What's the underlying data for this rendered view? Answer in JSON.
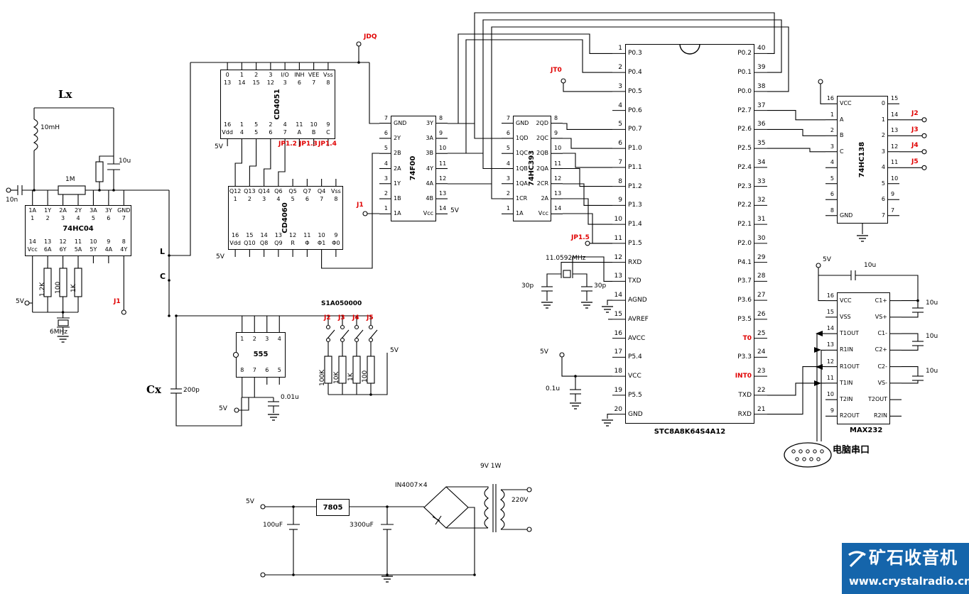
{
  "colors": {
    "red": "#e00000",
    "wire": "#000000",
    "watermark_bg": "#1565ab"
  },
  "watermark": {
    "title": "矿石收音机",
    "url": "www.crystalradio.cn"
  },
  "values": {
    "v5": "5V",
    "lx": "Lx",
    "cx": "Cx",
    "l_node": "L",
    "c_node": "C",
    "l_coil": "10mH",
    "c_10n": "10n",
    "c_10u": "10u",
    "r_1m": "1M",
    "r_12k": "1.2K",
    "r_100": "100",
    "r_1k": "1K",
    "xtal_6": "6MHz",
    "c_200p": "200p",
    "c_001u": "0.01u",
    "r_100k": "100K",
    "r_10k": "10K",
    "relay": "S1A050000",
    "xtal_11": "11.0592MHz",
    "c_30p": "30p",
    "c_01u": "0.1u",
    "c_100uf": "100uF",
    "c_3300uf": "3300uF",
    "diodes": "IN4007×4",
    "transformer": "9V 1W",
    "mains": "220V",
    "c_10u_b": "10u",
    "serial_port": "电脑串口"
  },
  "jumpers": {
    "jdq": "JDQ",
    "jt0": "JT0",
    "j1": "J1",
    "jp123": "JP1.2 JP1.3",
    "jp14": "JP1.4",
    "jp15": "JP1.5",
    "j2": "J2",
    "j3": "J3",
    "j4": "J4",
    "j5": "J5"
  },
  "ics": {
    "hc04": {
      "name": "74HC04",
      "top_labels": [
        "1A",
        "1Y",
        "2A",
        "2Y",
        "3A",
        "3Y",
        "GND"
      ],
      "top_pins": [
        "1",
        "2",
        "3",
        "4",
        "5",
        "6",
        "7"
      ],
      "bottom_pins": [
        "14",
        "13",
        "12",
        "11",
        "10",
        "9",
        "8"
      ],
      "bottom_labels": [
        "Vcc",
        "6A",
        "6Y",
        "5A",
        "5Y",
        "4A",
        "4Y"
      ]
    },
    "cd4051": {
      "name": "CD4051",
      "top_pins": [
        "13",
        "14",
        "15",
        "12",
        "3",
        "6",
        "7",
        "8"
      ],
      "top_labels": [
        "0",
        "1",
        "2",
        "3",
        "I/O",
        "INH",
        "VEE",
        "Vss"
      ],
      "bottom_labels": [
        "Vdd",
        "4",
        "5",
        "6",
        "7",
        "A",
        "B",
        "C"
      ],
      "bottom_pins": [
        "16",
        "1",
        "5",
        "2",
        "4",
        "11",
        "10",
        "9"
      ]
    },
    "cd4060": {
      "name": "CD4060",
      "top_pins": [
        "1",
        "2",
        "3",
        "4",
        "5",
        "6",
        "7",
        "8"
      ],
      "top_labels": [
        "Q12",
        "Q13",
        "Q14",
        "Q6",
        "Q5",
        "Q7",
        "Q4",
        "Vss"
      ],
      "bottom_labels": [
        "Vdd",
        "Q10",
        "Q8",
        "Q9",
        "R",
        "Φ",
        "Φ1",
        "Φ0"
      ],
      "bottom_pins": [
        "16",
        "15",
        "14",
        "13",
        "12",
        "11",
        "10",
        "9"
      ]
    },
    "f00": {
      "name": "74F00",
      "left_pins": [
        "7",
        "6",
        "5",
        "4",
        "3",
        "2",
        "1"
      ],
      "left_labels": [
        "GND",
        "2Y",
        "2B",
        "2A",
        "1Y",
        "1B",
        "1A"
      ],
      "right_labels": [
        "3Y",
        "3A",
        "3B",
        "4Y",
        "4A",
        "4B",
        "Vcc"
      ],
      "right_pins": [
        "8",
        "9",
        "10",
        "11",
        "12",
        "13",
        "14"
      ]
    },
    "hc393": {
      "name": "74HC393",
      "left_pins": [
        "7",
        "6",
        "5",
        "4",
        "3",
        "2",
        "1"
      ],
      "left_labels": [
        "GND",
        "1QD",
        "1QC",
        "1QB",
        "1QA",
        "1CR",
        "1A"
      ],
      "right_labels": [
        "2QD",
        "2QC",
        "2QB",
        "2QA",
        "2CR",
        "2A",
        "Vcc"
      ],
      "right_pins": [
        "8",
        "9",
        "10",
        "11",
        "12",
        "13",
        "14"
      ]
    },
    "mcu": {
      "name": "STC8A8K64S4A12",
      "left_pins": [
        "1",
        "2",
        "3",
        "4",
        "5",
        "6",
        "7",
        "8",
        "9",
        "10",
        "11",
        "12",
        "13",
        "14",
        "15",
        "16",
        "17",
        "18",
        "19",
        "20"
      ],
      "left_labels": [
        "P0.3",
        "P0.4",
        "P0.5",
        "P0.6",
        "P0.7",
        "P1.0",
        "P1.1",
        "P1.2",
        "P1.3",
        "P1.4",
        "P1.5",
        "RXD",
        "TXD",
        "AGND",
        "AVREF",
        "AVCC",
        "P5.4",
        "VCC",
        "P5.5",
        "GND"
      ],
      "right_labels": [
        "P0.2",
        "P0.1",
        "P0.0",
        "P2.7",
        "P2.6",
        "P2.5",
        "P2.4",
        "P2.3",
        "P2.2",
        "P2.1",
        "P2.0",
        "P4.1",
        "P3.7",
        "P3.6",
        "P3.5",
        "T0",
        "P3.3",
        "INT0",
        "TXD",
        "RXD"
      ],
      "right_pins": [
        "40",
        "39",
        "38",
        "37",
        "36",
        "35",
        "34",
        "33",
        "32",
        "31",
        "30",
        "29",
        "28",
        "27",
        "26",
        "25",
        "24",
        "23",
        "22",
        "21"
      ],
      "right_red_rows": [
        15,
        17
      ]
    },
    "hc138": {
      "name": "74HC138",
      "left_pins": [
        "16",
        "1",
        "2",
        "3",
        "4",
        "5",
        "6",
        "8"
      ],
      "left_labels": [
        "VCC",
        "A",
        "B",
        "C",
        "",
        "",
        "",
        "GND"
      ],
      "right_labels": [
        "0",
        "1",
        "2",
        "3",
        "4",
        "5",
        "6",
        "7"
      ],
      "right_pins": [
        "15",
        "14",
        "13",
        "12",
        "11",
        "10",
        "9",
        "7"
      ]
    },
    "max232": {
      "name": "MAX232",
      "left_pins": [
        "16",
        "15",
        "14",
        "13",
        "12",
        "11",
        "10",
        "9"
      ],
      "left_labels": [
        "VCC",
        "VSS",
        "T1OUT",
        "R1IN",
        "R1OUT",
        "T1IN",
        "T2IN",
        "R2OUT"
      ],
      "right_labels": [
        "C1+",
        "VS+",
        "C1-",
        "C2+",
        "C2-",
        "VS-",
        "T2OUT",
        "R2IN"
      ],
      "right_pins": [
        "",
        "",
        "",
        "",
        "",
        "",
        "",
        ""
      ]
    },
    "t555": {
      "name": "555",
      "top_pins": [
        "1",
        "2",
        "3",
        "4"
      ],
      "bottom_pins": [
        "8",
        "7",
        "6",
        "5"
      ]
    },
    "reg": {
      "name": "7805"
    }
  }
}
